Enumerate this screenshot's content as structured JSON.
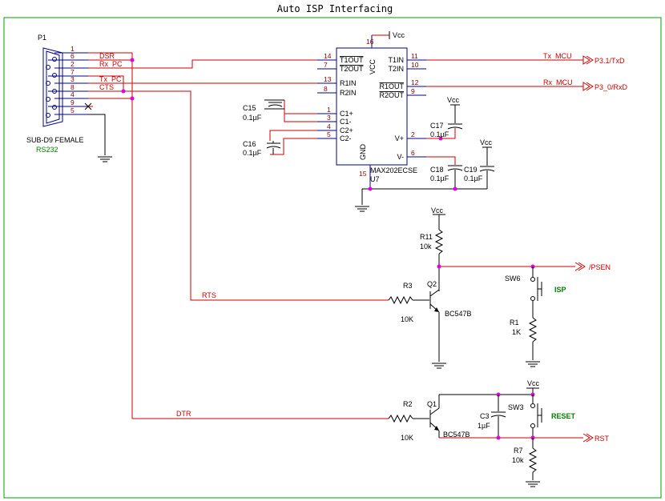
{
  "title": "Auto ISP Interfacing",
  "connector": {
    "ref": "P1",
    "name": "SUB-D9 FEMALE",
    "type": "RS232",
    "pins": [
      "1",
      "6",
      "2",
      "7",
      "3",
      "8",
      "4",
      "9",
      "5"
    ]
  },
  "nets": {
    "dsr": "DSR",
    "rx_pc": "Rx_PC",
    "tx_pc": "Tx_PC",
    "cts": "CTS",
    "rts": "RTS",
    "dtr": "DTR",
    "tx_mcu": "Tx_MCU",
    "rx_mcu": "Rx_MCU"
  },
  "ports": {
    "txd": "P3.1/TxD",
    "rxd": "P3_0/RxD",
    "psen": "/PSEN",
    "rst": "RST"
  },
  "vcc": "Vcc",
  "ic": {
    "name": "MAX202ECSE",
    "ref": "U7",
    "vcc_pin": "VCC",
    "gnd_pin": "GND",
    "left_pins": [
      {
        "num": "14",
        "name": "T1OUT"
      },
      {
        "num": "7",
        "name": "T2OUT"
      },
      {
        "num": "13",
        "name": "R1IN"
      },
      {
        "num": "8",
        "name": "R2IN"
      },
      {
        "num": "1",
        "name": "C1+"
      },
      {
        "num": "3",
        "name": "C1-"
      },
      {
        "num": "4",
        "name": "C2+"
      },
      {
        "num": "5",
        "name": "C2-"
      }
    ],
    "right_pins": [
      {
        "num": "11",
        "name": "T1IN"
      },
      {
        "num": "10",
        "name": "T2IN"
      },
      {
        "num": "12",
        "name": "R1OUT"
      },
      {
        "num": "9",
        "name": "R2OUT"
      },
      {
        "num": "2",
        "name": "V+"
      },
      {
        "num": "6",
        "name": "V-"
      }
    ],
    "top_pin": "16",
    "bottom_pin": "15"
  },
  "capacitors": [
    {
      "ref": "C15",
      "value": "0.1µF"
    },
    {
      "ref": "C16",
      "value": "0.1µF"
    },
    {
      "ref": "C17",
      "value": "0.1µF"
    },
    {
      "ref": "C18",
      "value": "0.1µF"
    },
    {
      "ref": "C19",
      "value": "0.1µF"
    },
    {
      "ref": "C3",
      "value": "1µF"
    }
  ],
  "resistors": [
    {
      "ref": "R11",
      "value": "10k"
    },
    {
      "ref": "R3",
      "value": "10K"
    },
    {
      "ref": "R1",
      "value": "1K"
    },
    {
      "ref": "R2",
      "value": "10K"
    },
    {
      "ref": "R7",
      "value": "10k"
    }
  ],
  "transistors": [
    {
      "ref": "Q2",
      "part": "BC547B"
    },
    {
      "ref": "Q1",
      "part": "BC547B"
    }
  ],
  "switches": [
    {
      "ref": "SW6",
      "label": "ISP"
    },
    {
      "ref": "SW3",
      "label": "RESET"
    }
  ]
}
